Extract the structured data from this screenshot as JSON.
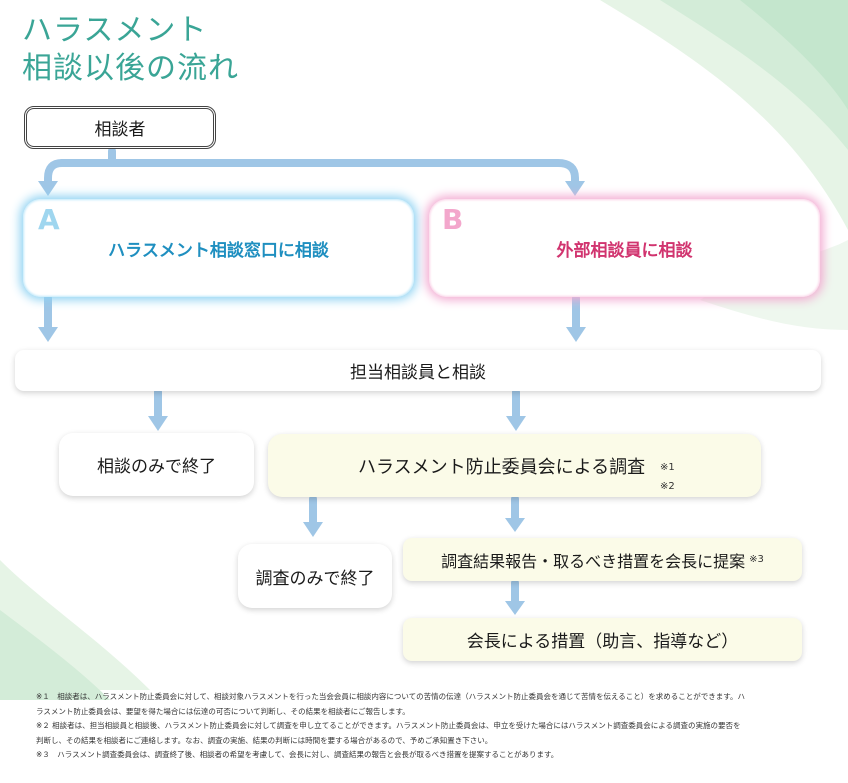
{
  "title": {
    "line1": "ハラスメント",
    "line2": "相談以後の流れ"
  },
  "flow": {
    "consulter": "相談者",
    "route_a": {
      "letter": "A",
      "label": "ハラスメント相談窓口に相談"
    },
    "route_b": {
      "letter": "B",
      "label": "外部相談員に相談"
    },
    "staff_consult": "担当相談員と相談",
    "end_consult_only": "相談のみで終了",
    "investigation": {
      "label": "ハラスメント防止委員会による調査",
      "note1": "※1",
      "note2": "※2"
    },
    "end_investigation_only": "調査のみで終了",
    "proposal": {
      "label": "調査結果報告・取るべき措置を会長に提案",
      "note": "※3"
    },
    "president_action": "会長による措置（助言、指導など）"
  },
  "footnotes": [
    "※１　相談者は、ハラスメント防止委員会に対して、相談対象ハラスメントを行った当会会員に相談内容についての苦情の伝達（ハラスメント防止委員会を通じて苦情を伝えること）を求めることができます。ハ",
    "ラスメント防止委員会は、要望を得た場合には伝達の可否について判断し、その結果を相談者にご報告します。",
    "※２ 相談者は、担当相談員と相談後、ハラスメント防止委員会に対して調査を申し立てることができます。ハラスメント防止委員会は、申立を受けた場合にはハラスメント調査委員会による調査の実施の要否を",
    "判断し、その結果を相談者にご連絡します。なお、調査の実施、結果の判断には時間を要する場合があるので、予めご承知置き下さい。",
    "※３　ハラスメント調査委員会は、調査終了後、相談者の希望を考慮して、会長に対し、調査結果の報告と会長が取るべき措置を提案することがあります。"
  ],
  "colors": {
    "title": "#3aa596",
    "route_a": "#1f8fc0",
    "route_b": "#d1346f",
    "arrow": "#9fc6e6",
    "highlight_box": "#fbfbe8"
  }
}
